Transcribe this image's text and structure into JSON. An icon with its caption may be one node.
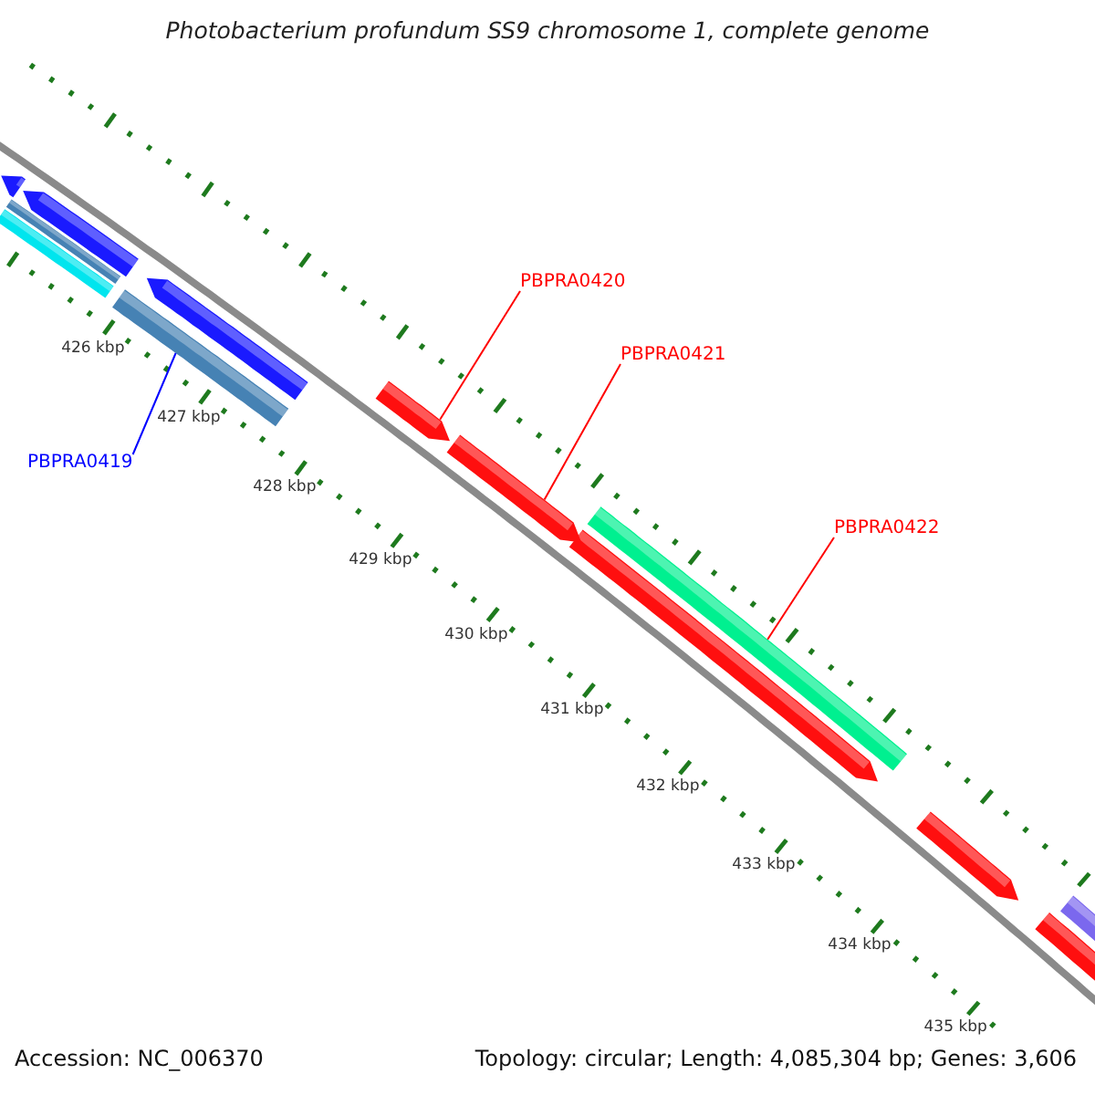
{
  "diagram": {
    "title": "Photobacterium profundum SS9 chromosome 1, complete genome",
    "nodes": [
      {
        "text": [
          "PBPRA0420"
        ]
      },
      {
        "text": [
          "PBPRA0421"
        ]
      },
      {
        "text": [
          "PBPRA0419"
        ]
      },
      {
        "text": [
          "PBPRA0422"
        ]
      },
      {
        "text": [],
        "shape": "arrow"
      },
      {
        "text": [],
        "shape": "arrow"
      },
      {
        "text": [],
        "shape": "arrow"
      },
      {
        "text": [],
        "shape": "arrow"
      }
    ],
    "edges": [
      {
        "from": 0,
        "to": 5,
        "arrow": "none"
      },
      {
        "from": 1,
        "to": 6,
        "arrow": "none"
      },
      {
        "from": 2,
        "to": 4,
        "arrow": "none",
        "color": "#0000ff"
      },
      {
        "from": 3,
        "to": 7,
        "arrow": "none"
      }
    ],
    "labels": [
      "426 kbp",
      "427 kbp",
      "428 kbp",
      "429 kbp",
      "430 kbp",
      "431 kbp",
      "432 kbp",
      "433 kbp",
      "434 kbp",
      "435 kbp",
      "Accession: NC_006370",
      "Topology: circular; Length: 4,085,304 bp; Genes: 3,606"
    ]
  }
}
